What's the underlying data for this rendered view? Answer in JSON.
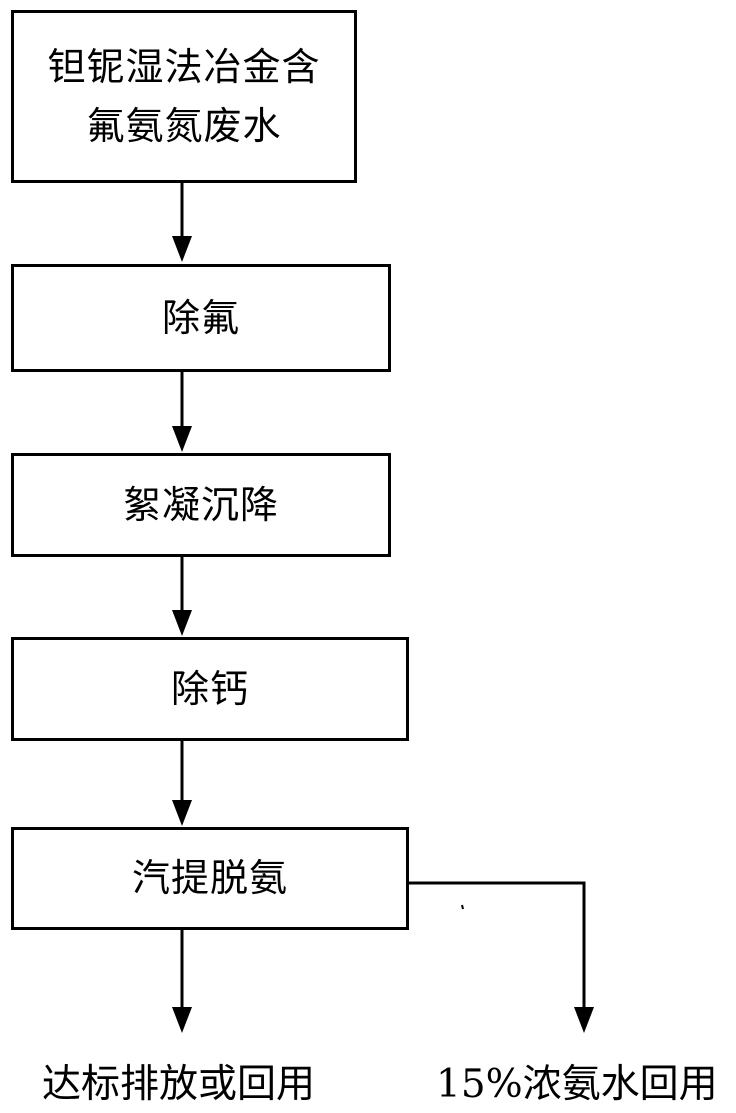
{
  "steps": [
    {
      "line1": "钽铌湿法冶金含",
      "line2": "氟氨氮废水"
    },
    {
      "line1": "除氟"
    },
    {
      "line1": "絮凝沉降"
    },
    {
      "line1": "除钙"
    },
    {
      "line1": "汽提脱氨"
    }
  ],
  "outputs": {
    "discharge": "达标排放或回用",
    "ammonia": "15%浓氨水回用"
  },
  "colors": {
    "line": "#000000",
    "background": "#ffffff"
  }
}
